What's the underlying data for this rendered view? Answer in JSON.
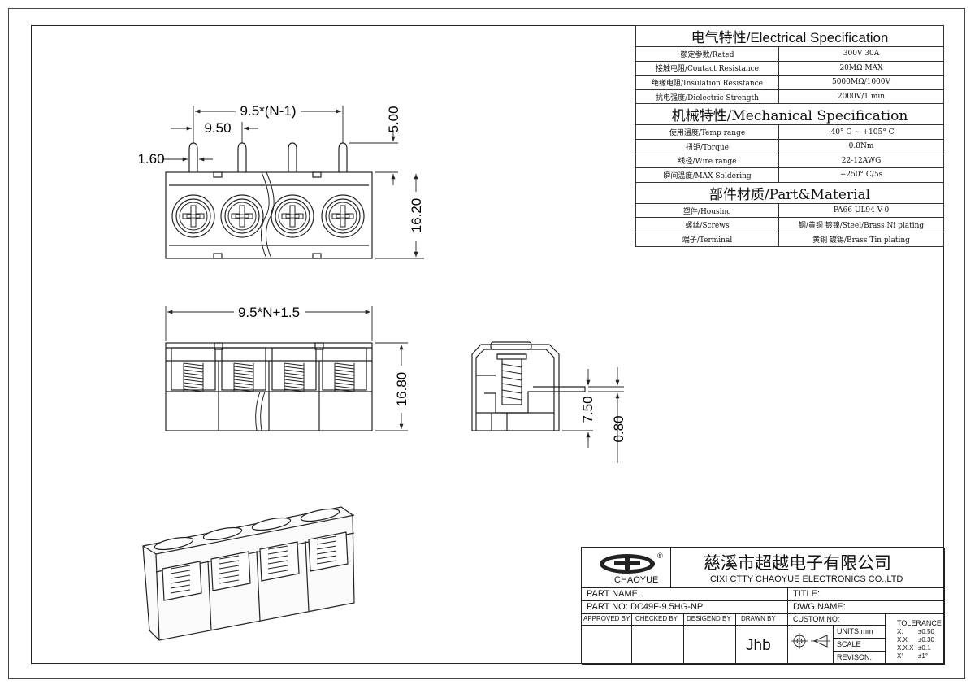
{
  "spec_table": {
    "electrical_title": "电气特性/Electrical Specification",
    "electrical_rows": [
      {
        "label": "额定参数/Rated",
        "value": "300V 30A"
      },
      {
        "label": "接触电阻/Contact Resistance",
        "value": "20MΩ MAX"
      },
      {
        "label": "绝缘电阻/Insulation Resistance",
        "value": "5000MΩ/1000V"
      },
      {
        "label": "抗电强度/Dielectric Strength",
        "value": "2000V/1 min"
      }
    ],
    "mechanical_title": "机械特性/Mechanical Specification",
    "mechanical_rows": [
      {
        "label": "使用温度/Temp range",
        "value": "-40° C ~ +105° C"
      },
      {
        "label": "扭矩/Torque",
        "value": "0.8Nm"
      },
      {
        "label": "线径/Wire range",
        "value": "22-12AWG"
      },
      {
        "label": "瞬间温度/MAX Soldering",
        "value": "+250° C/5s"
      }
    ],
    "material_title": "部件材质/Part&Material",
    "material_rows": [
      {
        "label": "塑件/Housing",
        "value": "PA66 UL94 V-0"
      },
      {
        "label": "螺丝/Screws",
        "value": "钢/黄铜 镀镍/Steel/Brass Ni plating"
      },
      {
        "label": "端子/Terminal",
        "value": "黄铜 镀锡/Brass Tin  plating"
      }
    ]
  },
  "dimensions": {
    "pitch_total": "9.5*(N-1)",
    "pitch": "9.50",
    "pin_width": "1.60",
    "pin_length": "5.00",
    "body_height_top": "16.20",
    "overall_width": "9.5*N+1.5",
    "body_height_front": "16.80",
    "side_pin_offset": "7.50",
    "pin_thickness": "0.80"
  },
  "title_block": {
    "company_cn": "慈溪市超越电子有限公司",
    "company_en": "CIXI CTTY  CHAOYUE ELECTRONICS CO.,LTD",
    "logo_text": "CHAOYUE",
    "logo_registered": "®",
    "part_name_label": "PART NAME:",
    "title_label": "TITLE:",
    "part_no_label": "PART NO:",
    "part_no": "DC49F-9.5HG-NP",
    "dwg_name_label": "DWG NAME:",
    "approved_by": "APPROVED BY",
    "checked_by": "CHECKED BY",
    "designed_by": "DESIGEND BY",
    "drawn_by": "DRAWN BY",
    "drawn_by_name": "Jhb",
    "custom_no": "CUSTOM NO:",
    "units": "UNITS:mm",
    "scale": "SCALE",
    "revision": "REVISON:",
    "tolerance_title": "TOLERANCE",
    "tolerances": [
      {
        "k": "X.",
        "v": "±0.50"
      },
      {
        "k": "X.X",
        "v": "±0.30"
      },
      {
        "k": "X.X.X",
        "v": "±0.1"
      },
      {
        "k": "X°",
        "v": "±1°"
      }
    ]
  },
  "colors": {
    "line": "#222222",
    "fill": "#f2f2f2"
  }
}
